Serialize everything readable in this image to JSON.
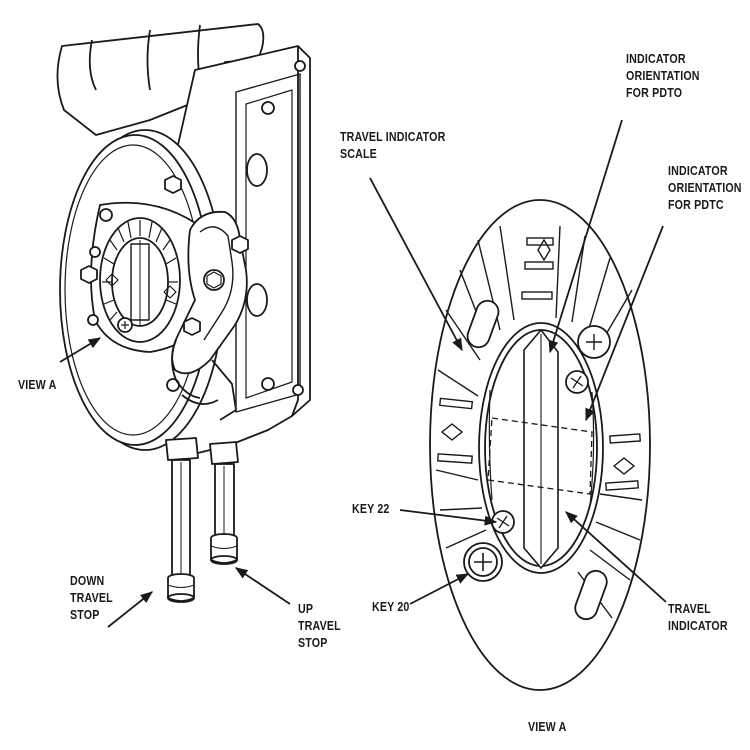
{
  "labels": {
    "view_a_left": "VIEW A",
    "down_travel_stop": "DOWN\nTRAVEL\nSTOP",
    "up_travel_stop": "UP\nTRAVEL\nSTOP",
    "travel_indicator_scale": "TRAVEL INDICATOR\nSCALE",
    "indicator_orientation_pdto": "INDICATOR\nORIENTATION\nFOR PDTO",
    "indicator_orientation_pdtc": "INDICATOR\nORIENTATION\nFOR PDTC",
    "key_22": "KEY 22",
    "key_20": "KEY 20",
    "travel_indicator": "TRAVEL\nINDICATOR",
    "view_a_bottom": "VIEW A"
  },
  "colors": {
    "line": "#1a1a1a",
    "fill": "#ffffff",
    "shade": "#bdbdbd"
  }
}
